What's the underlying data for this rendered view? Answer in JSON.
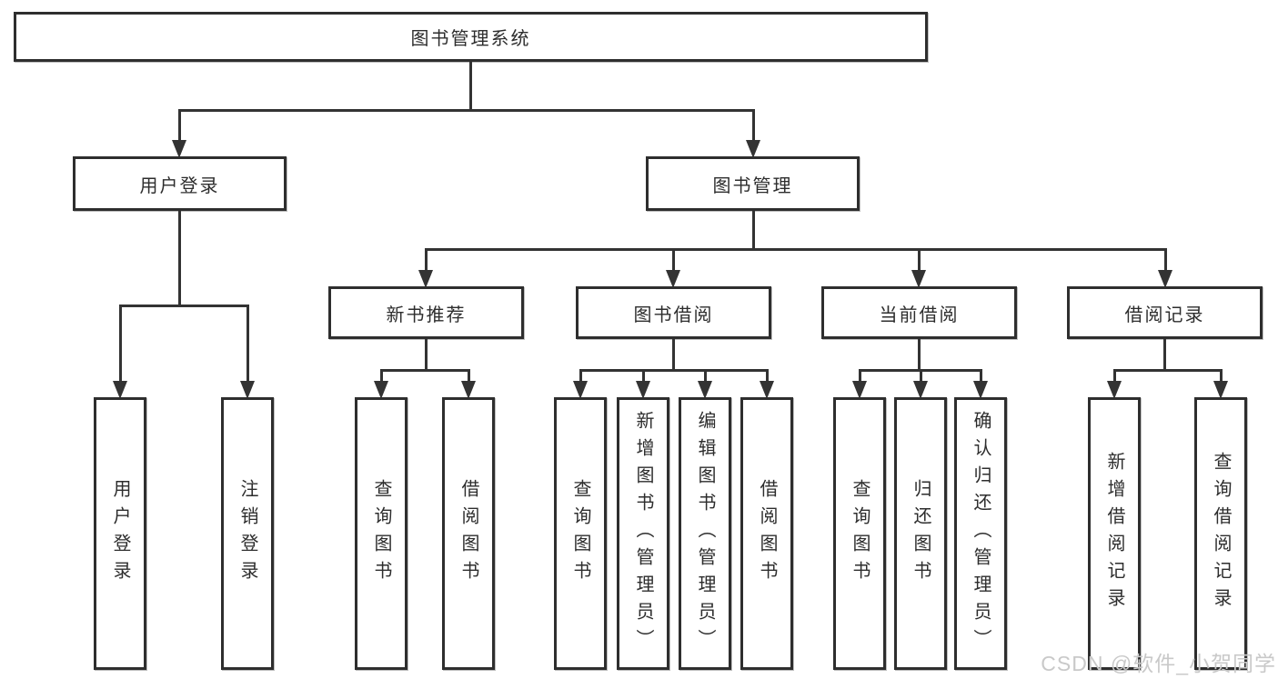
{
  "diagram": {
    "title": "图书管理系统",
    "watermark": "CSDN @软件_小贺同学",
    "colors": {
      "line": "#333333",
      "border": "#2e2e2e",
      "text": "#2d2d2d",
      "box_bg": "#ffffff",
      "watermark": "#c9c9c9"
    },
    "level2": [
      {
        "label": "用户登录"
      },
      {
        "label": "图书管理"
      }
    ],
    "level3": [
      {
        "label": "新书推荐"
      },
      {
        "label": "图书借阅"
      },
      {
        "label": "当前借阅"
      },
      {
        "label": "借阅记录"
      }
    ],
    "leaves": {
      "user_login": [
        "用户登录",
        "注销登录"
      ],
      "new_book_recommend": [
        "查询图书",
        "借阅图书"
      ],
      "book_borrow": [
        "查询图书",
        "新增图书（管理员）",
        "编辑图书（管理员）",
        "借阅图书"
      ],
      "current_borrow": [
        "查询图书",
        "归还图书",
        "确认归还（管理员）"
      ],
      "borrow_records": [
        "新增借阅记录",
        "查询借阅记录"
      ]
    }
  }
}
